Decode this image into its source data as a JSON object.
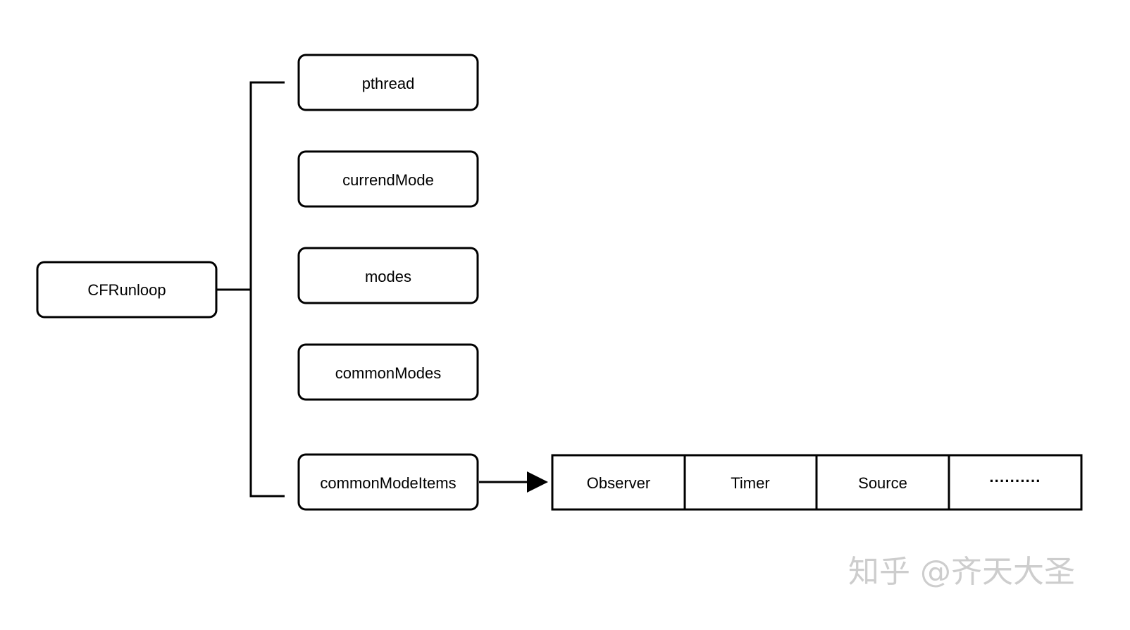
{
  "root": {
    "label": "CFRunloop"
  },
  "fields": [
    {
      "key": "pthread",
      "label": "pthread"
    },
    {
      "key": "currend-mode",
      "label": "currendMode"
    },
    {
      "key": "modes",
      "label": "modes"
    },
    {
      "key": "common-modes",
      "label": "commonModes"
    },
    {
      "key": "common-mode-items",
      "label": "commonModeItems"
    }
  ],
  "items": [
    {
      "key": "observer",
      "label": "Observer"
    },
    {
      "key": "timer",
      "label": "Timer"
    },
    {
      "key": "source",
      "label": "Source"
    },
    {
      "key": "more",
      "label": "··········"
    }
  ],
  "watermark": {
    "text": "知乎 @齐天大圣"
  },
  "colors": {
    "stroke": "#000000",
    "background": "#ffffff",
    "watermark": "#c8c8c8"
  }
}
